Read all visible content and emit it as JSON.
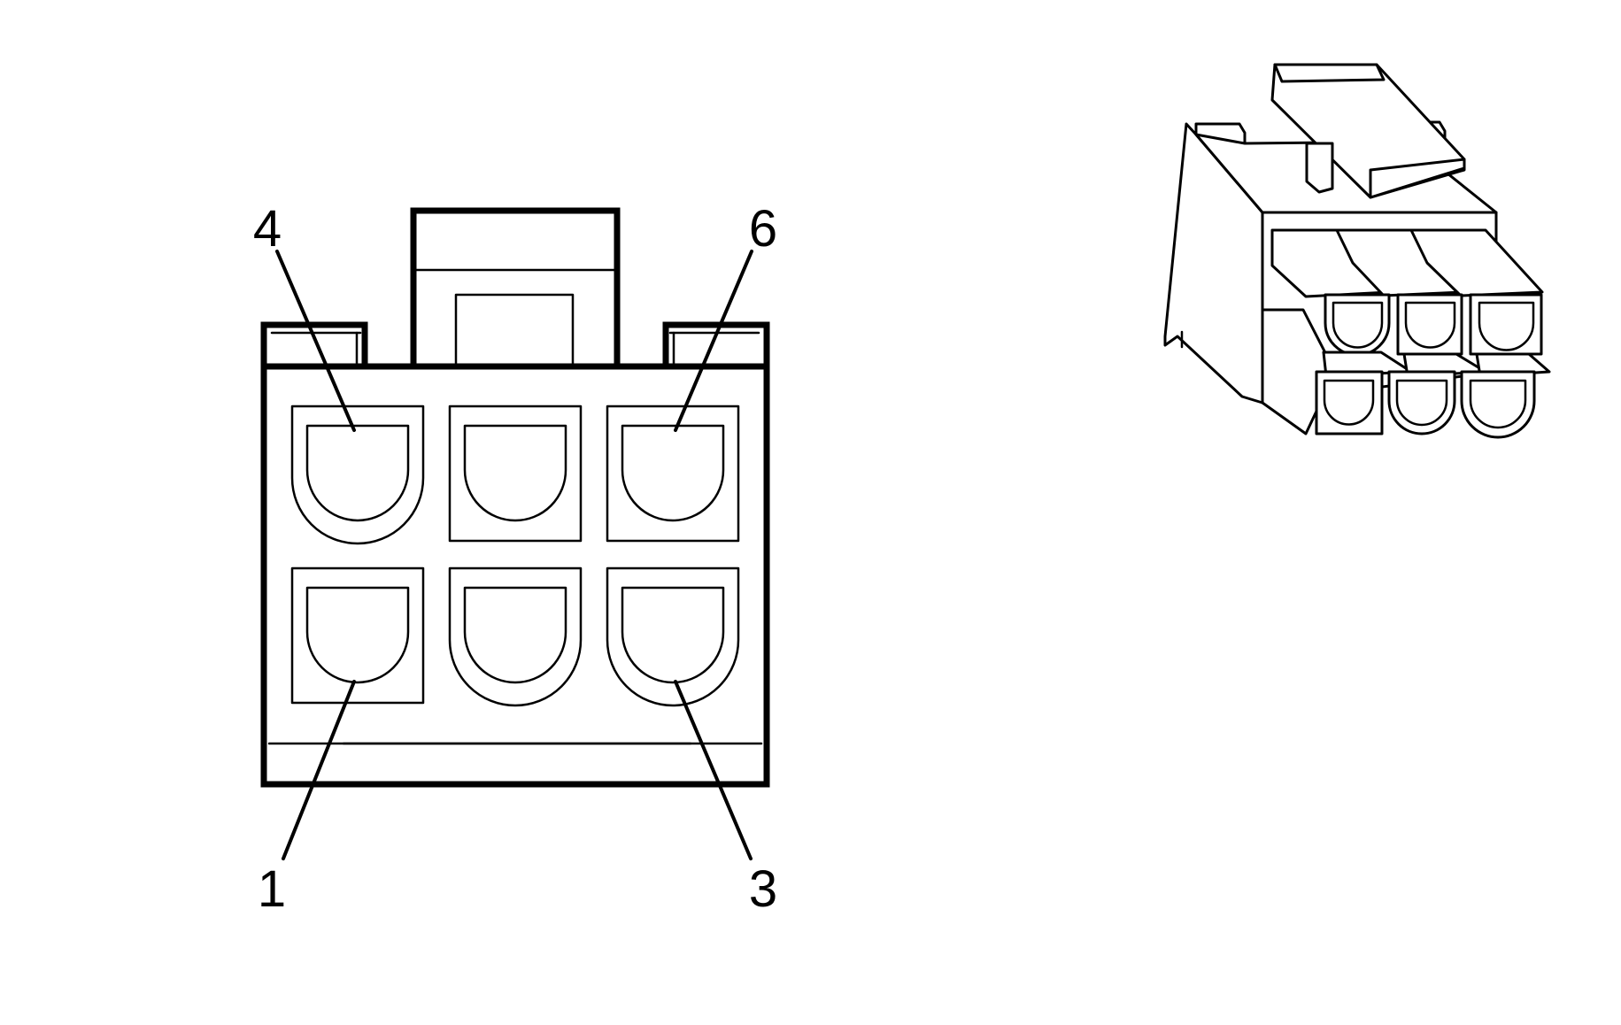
{
  "diagram": {
    "stroke_color": "#000000",
    "background_color": "#ffffff",
    "front_view": {
      "cavity_count": 6,
      "pin_labels": {
        "top_left": "4",
        "top_right": "6",
        "bottom_left": "1",
        "bottom_right": "3"
      }
    },
    "iso_view": {
      "cavity_count": 6
    }
  }
}
